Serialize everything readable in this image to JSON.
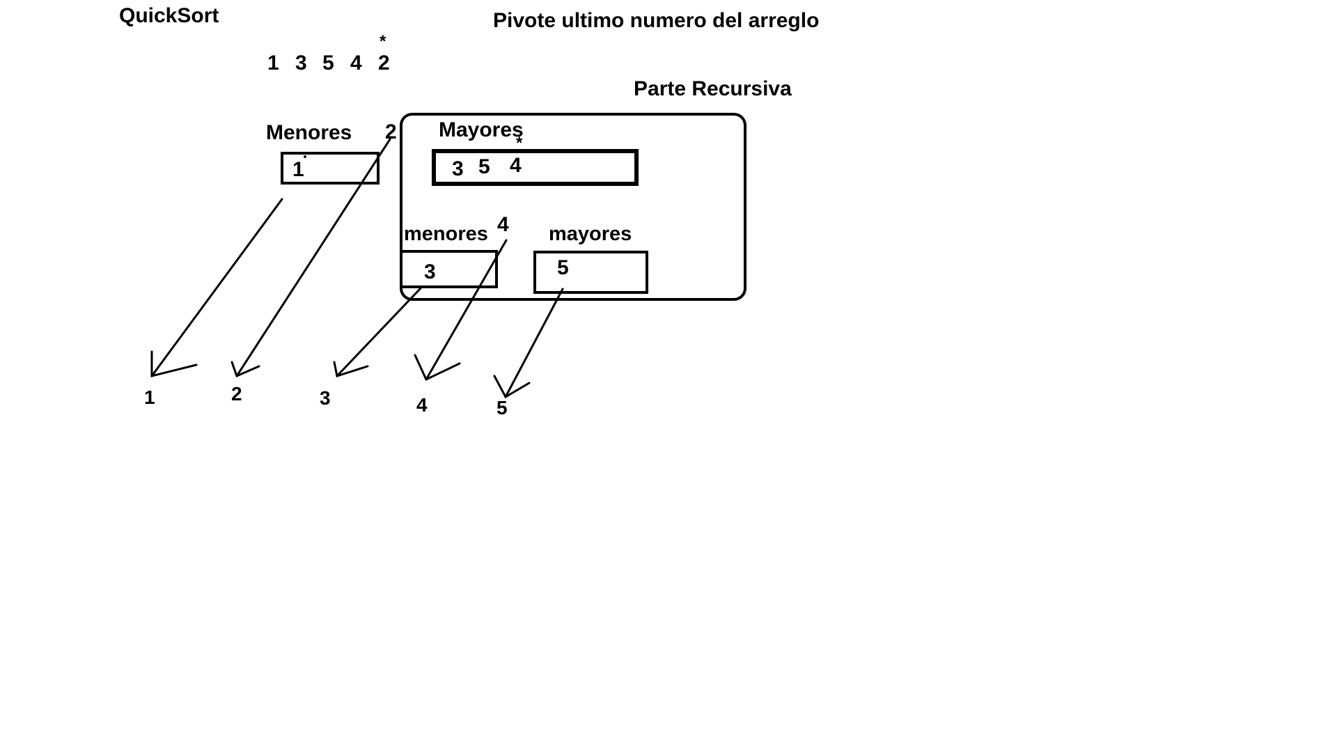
{
  "title": "QuickSort",
  "pivot_note": "Pivote ultimo numero del arreglo",
  "recursive_label": "Parte Recursiva",
  "pivot_marker": "*",
  "initial_array": [
    "1",
    "3",
    "5",
    "4",
    "2"
  ],
  "first_partition": {
    "left_label": "Menores",
    "pivot_value": "2",
    "left_values": "1",
    "right_label": "Mayores",
    "right_values": [
      "3",
      "5",
      "4"
    ]
  },
  "second_partition": {
    "left_label": "menores",
    "pivot_value": "4",
    "left_values": "3",
    "right_label": "mayores",
    "right_values": "5"
  },
  "sorted_result": [
    "1",
    "2",
    "3",
    "4",
    "5"
  ],
  "colors": {
    "ink": "#000000",
    "background": "#ffffff"
  }
}
